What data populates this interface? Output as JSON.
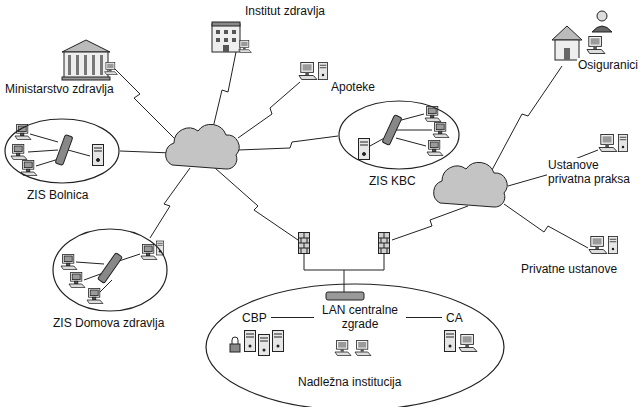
{
  "diagram": {
    "nodes": [
      {
        "text": [
          "Institut zdravlja"
        ]
      },
      {
        "text": [
          "Ministarstvo zdravlja"
        ]
      },
      {
        "text": [
          "Apoteke"
        ]
      },
      {
        "text": [
          "Osiguranici"
        ]
      },
      {
        "text": [
          "ZIS Bolnica"
        ]
      },
      {
        "text": [
          "ZIS KBC"
        ]
      },
      {
        "text": [
          "Ustanove privatna praksa"
        ]
      },
      {
        "text": [
          "Privatne ustanove"
        ]
      },
      {
        "text": [
          "ZIS Domova zdravlja"
        ]
      },
      {
        "text": [
          "Nadležna institucija"
        ]
      },
      {
        "text": [
          "CBP"
        ],
        "in": 9
      },
      {
        "text": [
          "LAN centralne zgrade"
        ],
        "in": 9
      },
      {
        "text": [
          "CA"
        ],
        "in": 9
      }
    ],
    "edges": [
      {
        "from": 10,
        "to": 11,
        "arrow": "none"
      },
      {
        "from": 11,
        "to": 12,
        "arrow": "none"
      }
    ]
  }
}
